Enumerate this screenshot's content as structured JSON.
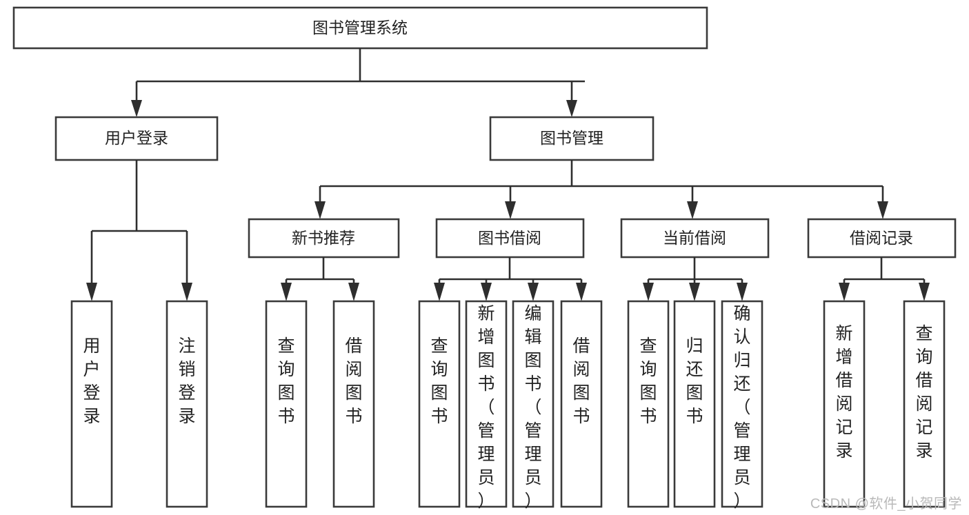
{
  "diagram": {
    "title": "图书管理系统",
    "type": "tree-hierarchy-chart",
    "watermark": "CSDN @软件_小贺同学",
    "colors": {
      "box_border": "#3a3a3a",
      "connector": "#2e2e2e",
      "background": "#ffffff",
      "text": "#222222",
      "watermark": "#b9b9b9"
    },
    "root": {
      "label": "图书管理系统"
    },
    "level2": [
      {
        "label": "用户登录"
      },
      {
        "label": "图书管理"
      }
    ],
    "level3": [
      {
        "label": "新书推荐"
      },
      {
        "label": "图书借阅"
      },
      {
        "label": "当前借阅"
      },
      {
        "label": "借阅记录"
      }
    ],
    "leaves": {
      "user_login": [
        {
          "label": "用户登录"
        },
        {
          "label": "注销登录"
        }
      ],
      "new_book_recommend": [
        {
          "label": "查询图书"
        },
        {
          "label": "借阅图书"
        }
      ],
      "book_borrow": [
        {
          "label": "查询图书"
        },
        {
          "label": "新增图书（管理员）"
        },
        {
          "label": "编辑图书（管理员）"
        },
        {
          "label": "借阅图书"
        }
      ],
      "current_borrow": [
        {
          "label": "查询图书"
        },
        {
          "label": "归还图书"
        },
        {
          "label": "确认归还（管理员）"
        }
      ],
      "borrow_record": [
        {
          "label": "新增借阅记录"
        },
        {
          "label": "查询借阅记录"
        }
      ]
    }
  }
}
